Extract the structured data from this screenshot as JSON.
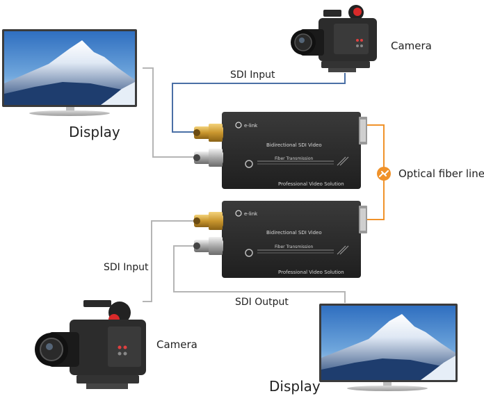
{
  "labels": {
    "display_top": "Display",
    "display_bottom": "Display",
    "camera_top": "Camera",
    "camera_bottom": "Camera",
    "sdi_input_top": "SDI Input",
    "sdi_input_bottom": "SDI Input",
    "sdi_output": "SDI Output",
    "optical_fiber": "Optical fiber line"
  },
  "device": {
    "brand": "e-link",
    "title": "Bidirectional SDI Video",
    "subtitle": "Fiber Transmission",
    "footer": "Professional Video Solution"
  },
  "colors": {
    "sdi_input_cable": "#4a6fa5",
    "gray_cable": "#b5b5b5",
    "fiber_cable": "#f0922a",
    "device_body": "#2b2b2b"
  }
}
